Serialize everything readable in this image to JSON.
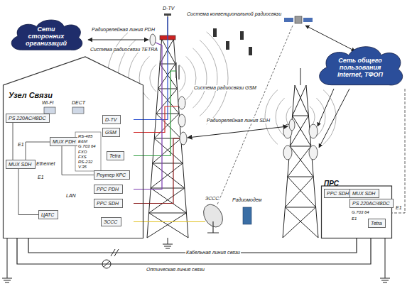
{
  "diagram": {
    "nodes": [
      {
        "text": [
          "Сети сторонних организаций"
        ]
      },
      {
        "text": [
          "Сеть общего пользования Internet, ТФОП"
        ]
      },
      {
        "text": [
          "Узел Связи"
        ]
      },
      {
        "text": [
          "PS 220AC/48DC"
        ],
        "in": 2
      },
      {
        "text": [
          "D-TV"
        ],
        "in": 2
      },
      {
        "text": [
          "GSM"
        ],
        "in": 2
      },
      {
        "text": [
          "MUX PDH"
        ],
        "in": 2
      },
      {
        "text": [
          "Tetra"
        ],
        "in": 2
      },
      {
        "text": [
          "MUX SDH"
        ],
        "in": 2
      },
      {
        "text": [
          "Роутер КРС"
        ],
        "in": 2
      },
      {
        "text": [
          "РРС PDH"
        ],
        "in": 2
      },
      {
        "text": [
          "РРС SDH"
        ],
        "in": 2
      },
      {
        "text": [
          "ЦАТС"
        ],
        "in": 2
      },
      {
        "text": [
          "ЗССС"
        ],
        "in": 2
      },
      {
        "text": [
          "ПРС"
        ]
      },
      {
        "text": [
          "РРС SDH"
        ],
        "in": 14
      },
      {
        "text": [
          "MUX SDH"
        ],
        "in": 14
      },
      {
        "text": [
          "PS 220AC/48DC"
        ],
        "in": 14
      },
      {
        "text": [
          "Tetra"
        ],
        "in": 14
      }
    ],
    "edges": [
      {
        "from": 2,
        "to": 14,
        "arrow": "none",
        "label": "Кабельная линия связи"
      },
      {
        "from": 2,
        "to": 14,
        "arrow": "none",
        "label": "Оптическая линия связи"
      }
    ],
    "labels": [
      "D-TV",
      "Система конвенциональной радиосвязи",
      "Радиорелейная линия PDH",
      "Система радиосвязи TETRA",
      "Система радиосвязи GSM",
      "Радиорелейная линия SDH",
      "Wi-Fi",
      "DECT",
      "E1",
      "Ethernet",
      "E1",
      "RS-485",
      "E&M",
      "G.703 64",
      "FXO",
      "FXS",
      "RS-232",
      "V.35",
      "LAN",
      "ЗССС",
      "Радиомодем",
      "G.703 64",
      "E1",
      "E1"
    ]
  }
}
